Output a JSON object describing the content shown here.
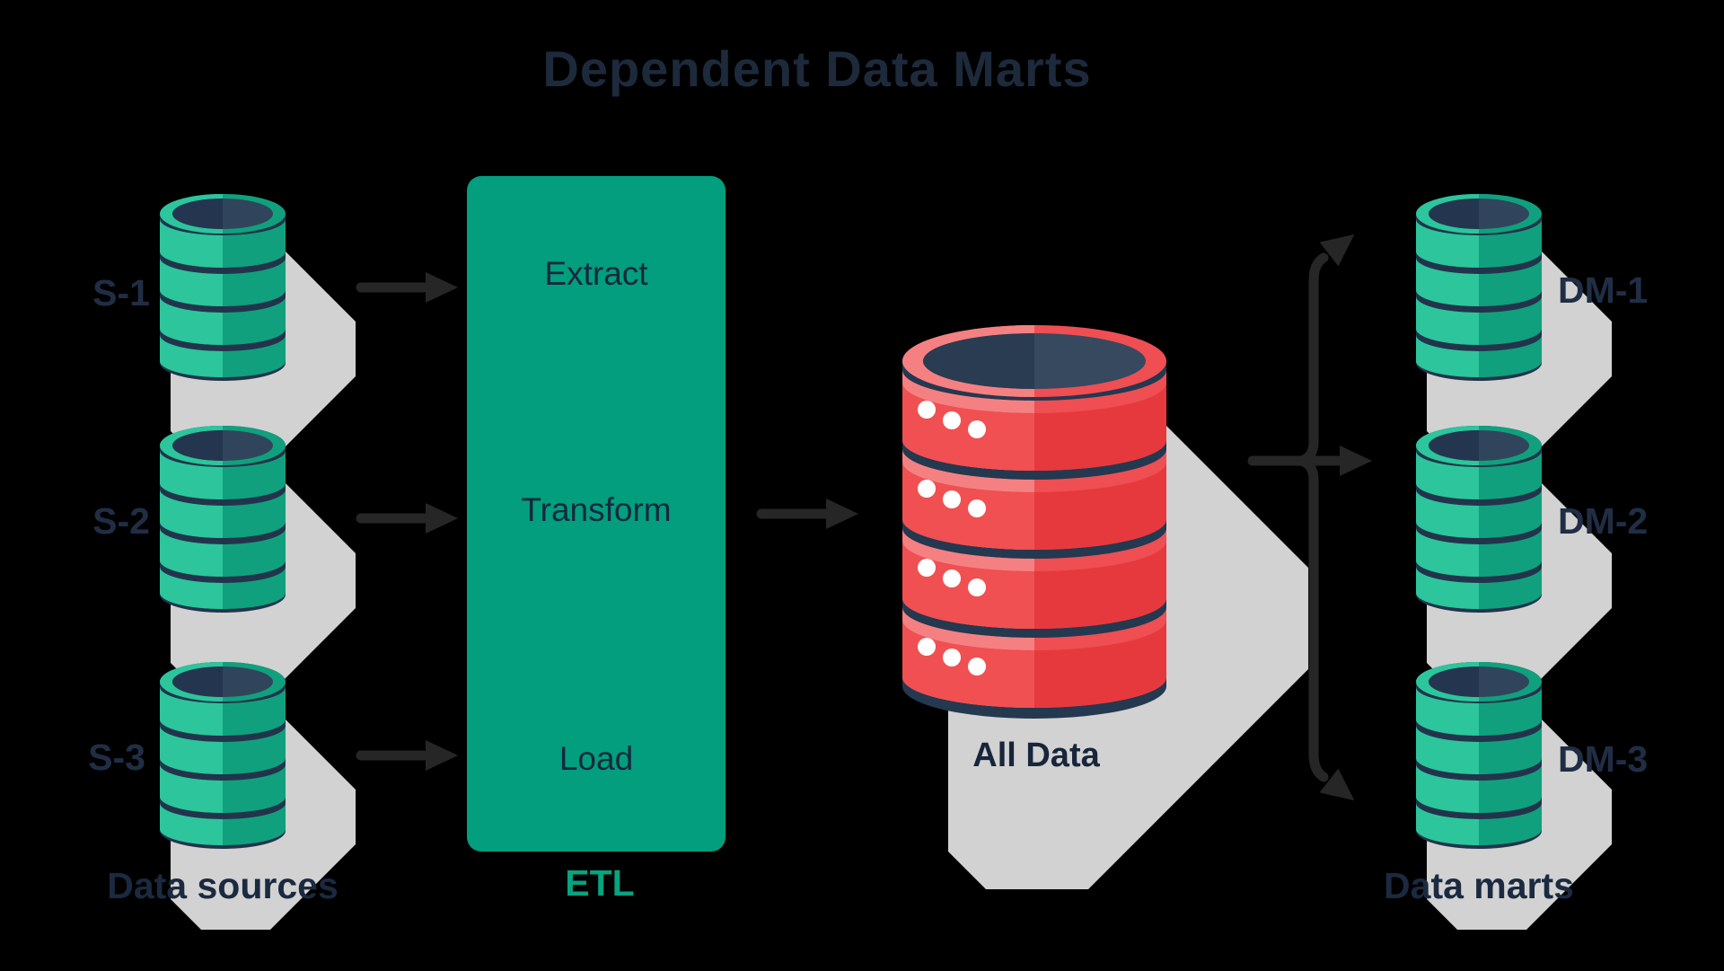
{
  "title": "Dependent Data Marts",
  "sources": {
    "caption": "Data sources",
    "items": [
      {
        "label": "S-1"
      },
      {
        "label": "S-2"
      },
      {
        "label": "S-3"
      }
    ]
  },
  "etl": {
    "caption": "ETL",
    "steps": [
      {
        "label": "Extract"
      },
      {
        "label": "Transform"
      },
      {
        "label": "Load"
      }
    ]
  },
  "warehouse": {
    "label": "All Data"
  },
  "marts": {
    "caption": "Data marts",
    "items": [
      {
        "label": "DM-1"
      },
      {
        "label": "DM-2"
      },
      {
        "label": "DM-3"
      }
    ]
  },
  "colors": {
    "background": "#000000",
    "title_text": "#1D2A3C",
    "label_text": "#202E45",
    "etl_box_green": "#029E7D",
    "etl_caption_green": "#06A47F",
    "db_green_light": "#2CC59C",
    "db_green_dark": "#10A07D",
    "db_navy": "#22344C",
    "db_red_light": "#F05051",
    "db_red_dark": "#E6393E",
    "shadow_gray": "#D2D2D2",
    "arrow_dark": "#262626"
  }
}
